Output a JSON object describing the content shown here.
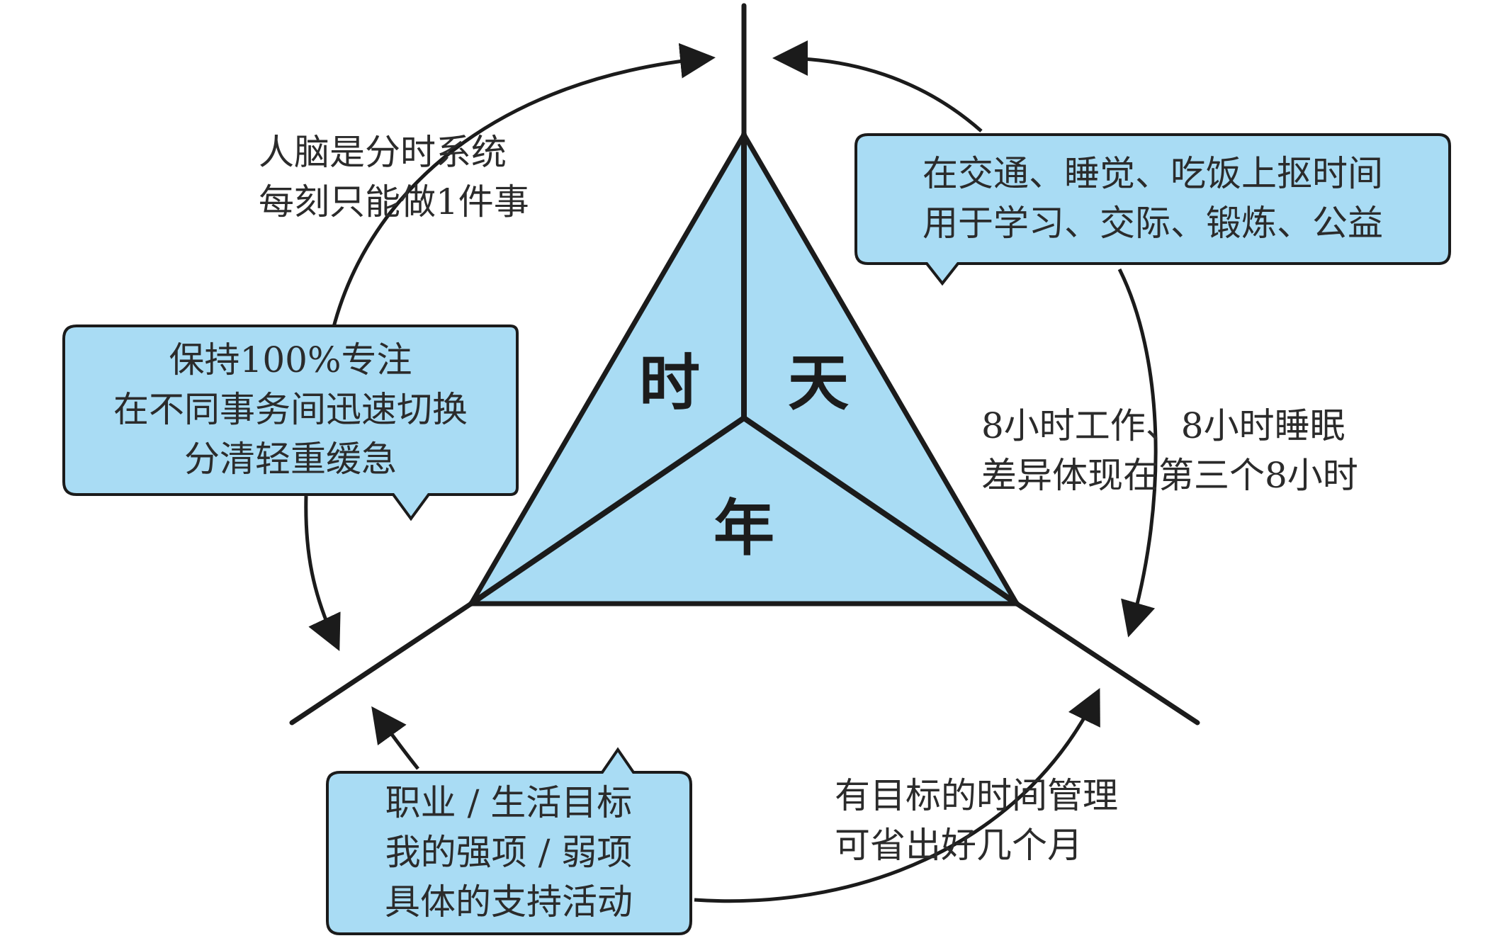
{
  "colors": {
    "fill": "#a9dcf4",
    "stroke": "#1b1b1b",
    "text": "#2b2b2b"
  },
  "center": {
    "shi": "时",
    "tian": "天",
    "nian": "年"
  },
  "notes": {
    "top_left": [
      "人脑是分时系统",
      "每刻只能做1件事"
    ],
    "left_bubble": [
      "保持100%专注",
      "在不同事务间迅速切换",
      "分清轻重缓急"
    ],
    "top_right_bubble": [
      "在交通、睡觉、吃饭上抠时间",
      "用于学习、交际、锻炼、公益"
    ],
    "right": [
      "8小时工作、8小时睡眠",
      "差异体现在第三个8小时"
    ],
    "bottom_bubble": [
      "职业 / 生活目标",
      "我的强项 / 弱项",
      "具体的支持活动"
    ],
    "bottom_right": [
      "有目标的时间管理",
      "可省出好几个月"
    ]
  }
}
